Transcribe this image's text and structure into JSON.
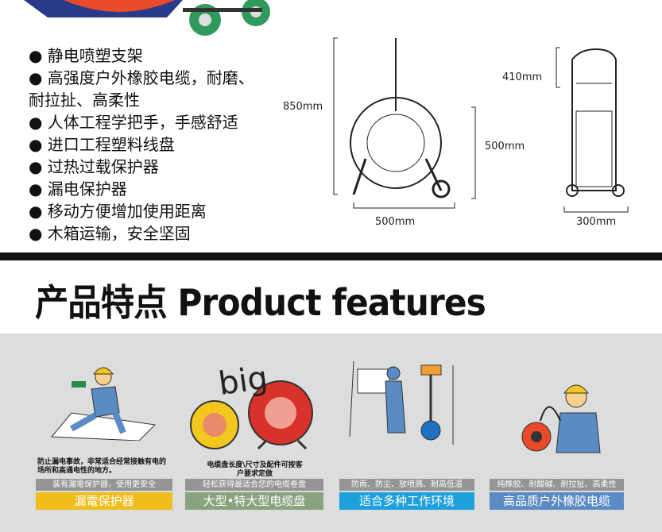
{
  "features": [
    "● 静电喷塑支架",
    "● 高强度户外橡胶电缆，耐磨、",
    "耐拉扯、高柔性",
    "● 人体工程学把手，手感舒适",
    "● 进口工程塑料线盘",
    "● 过热过载保护器",
    "● 漏电保护器",
    "● 移动方便增加使用距离",
    "● 木箱运输，安全坚固"
  ],
  "dimensions": {
    "height": "850mm",
    "reel": "500mm",
    "width": "500mm",
    "handle": "410mm",
    "depth": "300mm"
  },
  "section_title": "产品特点 Product features",
  "big_label": "big",
  "cards": [
    {
      "note": "防止漏电事故，非常适合经常接触有电的场所和高通电性的地方。",
      "sub": "装有漏電保护器，使用更安全",
      "main": "漏電保护器",
      "color": "#f1bd1d"
    },
    {
      "note": "电缆盘长度\\尺寸及配件可按客户要求定做",
      "sub": "轻松获得最适合您的电缆卷盘",
      "main": "大型•特大型电缆盘",
      "color": "#8aa37f"
    },
    {
      "sub": "防雨、防尘、放喷溅、耐高低温",
      "main": "适合多种工作环境",
      "color": "#1ea0dd"
    },
    {
      "sub": "纯橡胶、耐酸碱、耐拉扯、高柔性",
      "main": "高品质户外橡胶电缆",
      "color": "#5b8bc5"
    }
  ]
}
